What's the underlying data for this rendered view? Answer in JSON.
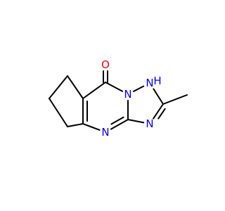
{
  "molecule": {
    "atoms": {
      "o": {
        "symbol": "O",
        "color": "#ff0000"
      },
      "nh": {
        "symbol": "N",
        "color": "#0000ff"
      },
      "h": {
        "symbol": "H",
        "color": "#0000ff"
      },
      "n1": {
        "symbol": "N",
        "color": "#0000ff"
      },
      "n2": {
        "symbol": "N",
        "color": "#0000ff"
      },
      "n3": {
        "symbol": "N",
        "color": "#0000ff"
      }
    },
    "bond_color": "#000000",
    "background": "#ffffff"
  }
}
